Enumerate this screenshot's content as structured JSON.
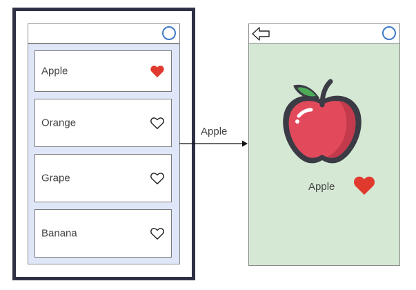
{
  "list": {
    "items": [
      {
        "label": "Apple",
        "favorite": true
      },
      {
        "label": "Orange",
        "favorite": false
      },
      {
        "label": "Grape",
        "favorite": false
      },
      {
        "label": "Banana",
        "favorite": false
      }
    ]
  },
  "transition": {
    "label": "Apple"
  },
  "detail": {
    "name": "Apple",
    "favorite": true,
    "image_icon": "apple-icon"
  },
  "colors": {
    "phone_frame": "#2e3046",
    "list_background": "#dfe6f8",
    "detail_background": "#d5e8d4",
    "heart_red": "#e03a2f",
    "circle_blue": "#3d78c6"
  }
}
